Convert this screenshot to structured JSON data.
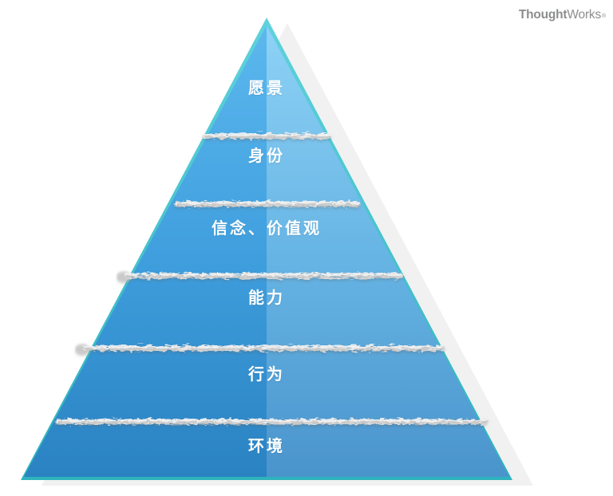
{
  "logo": {
    "bold": "Thought",
    "regular": "Works",
    "registered": "®"
  },
  "pyramid": {
    "levels": [
      {
        "label": "愿景"
      },
      {
        "label": "身份"
      },
      {
        "label": "信念、价值观"
      },
      {
        "label": "能力"
      },
      {
        "label": "行为"
      },
      {
        "label": "环境"
      }
    ],
    "colors": {
      "left_top": "#5cb8ee",
      "left_mid": "#3f9edd",
      "left_bottom": "#2a82c2",
      "right_top": "#8ed2f6",
      "right_mid": "#66b4e4",
      "right_bottom": "#4a94cc",
      "border_top": "#5fd2dc",
      "border_bottom": "#2fb3bc",
      "shadow": "#f1f1f2",
      "divider": "#d8d8d8",
      "label_text": "#ffffff",
      "logo_text": "#8c8d8f"
    }
  }
}
